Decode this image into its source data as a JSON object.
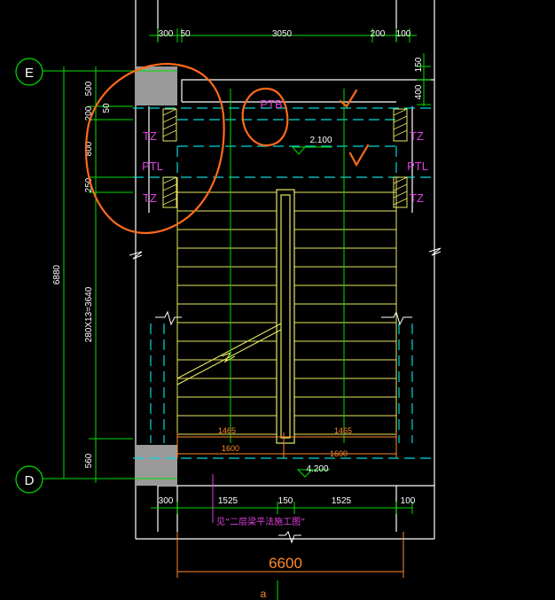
{
  "colors": {
    "background": "#000000",
    "wall": "#ffffff",
    "dimension": "#00e000",
    "beam": "#00d8d8",
    "stair": "#e8e860",
    "label": "#e040e0",
    "annotation": "#ff6a1a",
    "column": "#9a9a9a"
  },
  "grid_axes": {
    "top": "E",
    "bottom": "D",
    "bottom_axis": "a"
  },
  "top_dims": [
    "300",
    "50",
    "3050",
    "200",
    "100"
  ],
  "right_dims": [
    "150",
    "400"
  ],
  "left_dims": [
    "500",
    "200",
    "50",
    "800",
    "250",
    "280X13=3640",
    "560"
  ],
  "total_height": "6880",
  "labels": {
    "ptb": "PTB",
    "tz_left_1": "TZ",
    "ptl_left": "PTL",
    "tz_left_2": "TZ",
    "tz_right_1": "TZ",
    "ptl_right": "PTL",
    "tz_right_2": "TZ"
  },
  "elevations": {
    "upper_landing": "2.100",
    "lower_landing": "4.200"
  },
  "flight_dims": {
    "left_top": "1465",
    "right_top": "1465",
    "left_bottom": "1600",
    "right_bottom": "1600"
  },
  "bottom_dims": [
    "300",
    "1525",
    "150",
    "1525",
    "100"
  ],
  "total_width": "6600",
  "note": "见“二层梁平法施工图”"
}
